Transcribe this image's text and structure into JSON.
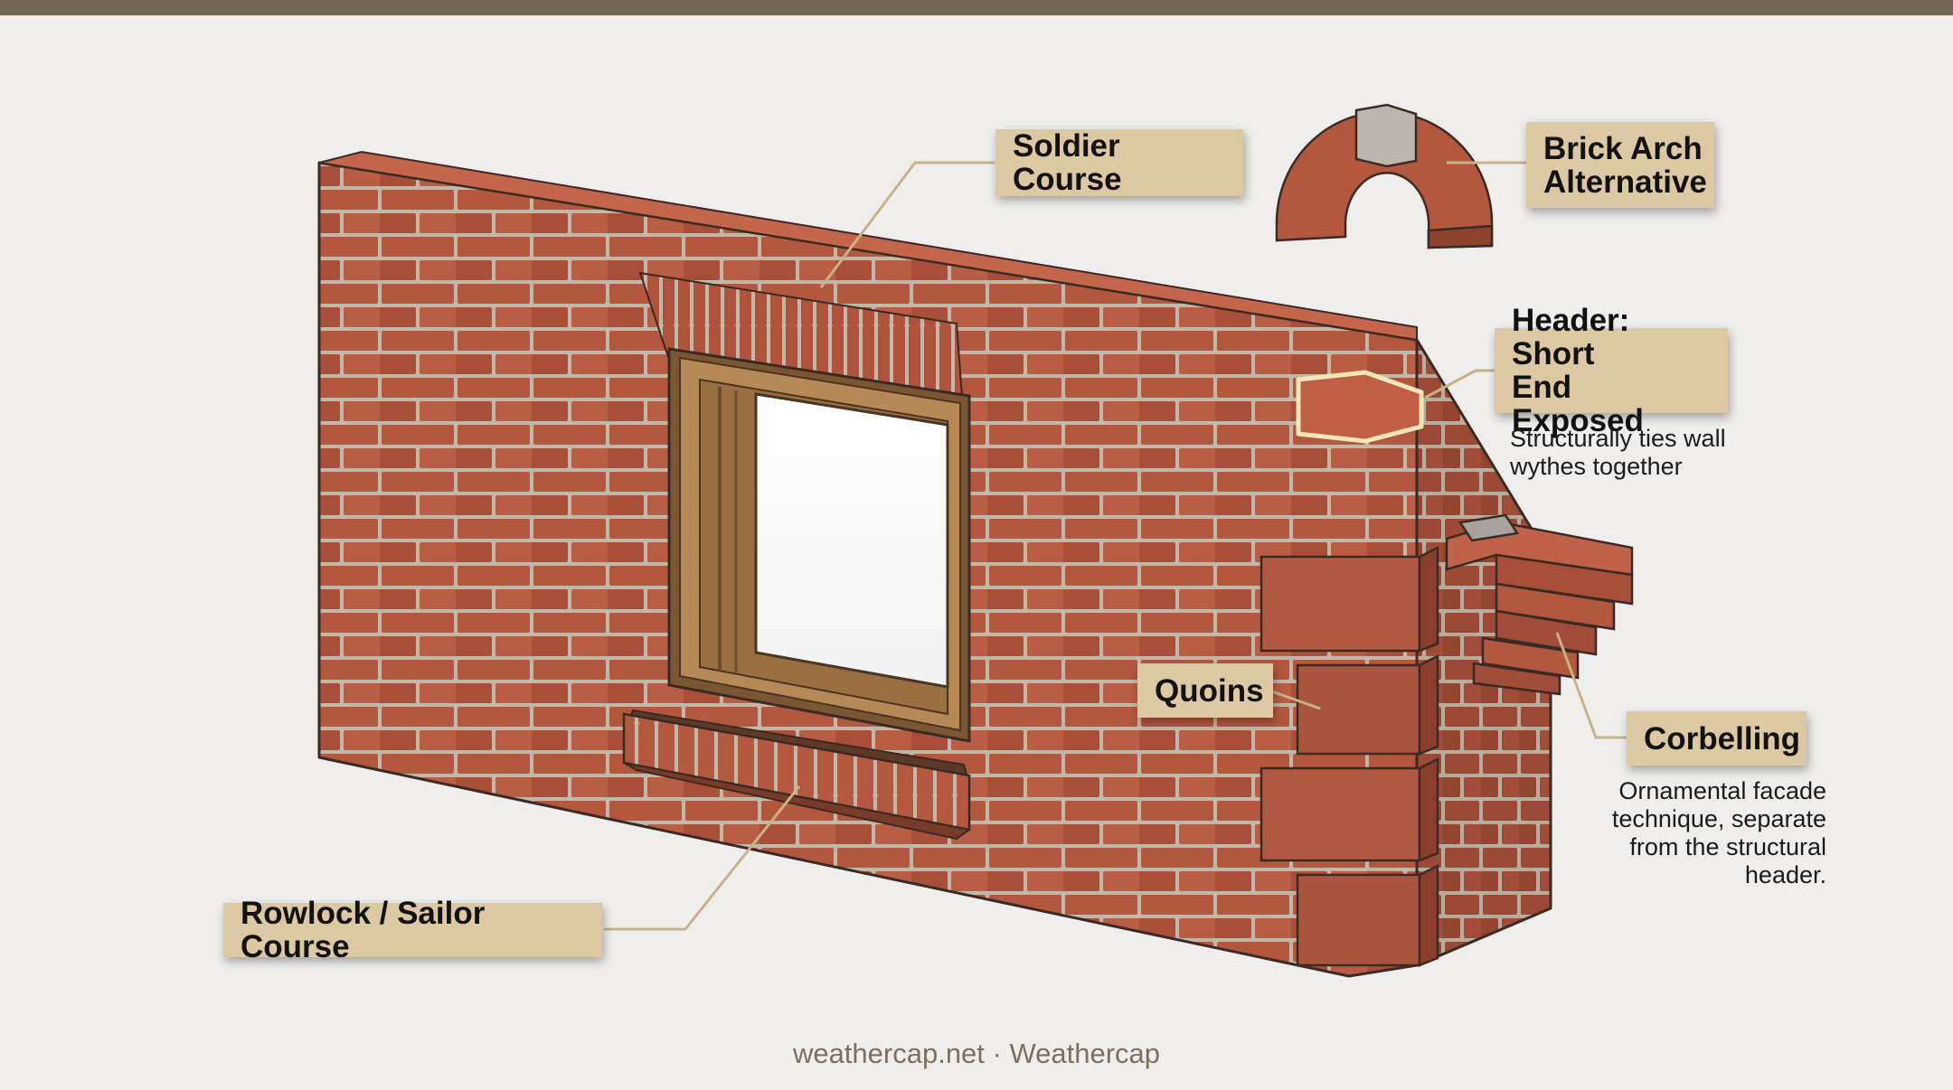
{
  "diagram": {
    "labels": {
      "soldier_course": "Soldier Course",
      "brick_arch": "Brick Arch\nAlternative",
      "header": "Header: Short\nEnd Exposed",
      "quoins": "Quoins",
      "corbelling": "Corbelling",
      "rowlock": "Rowlock / Sailor Course"
    },
    "notes": {
      "header": "Structurally ties wall\nwythes together",
      "corbelling": "Ornamental facade\ntechnique, separate\nfrom the structural\nheader."
    }
  },
  "footer": {
    "text": "weathercap.net · Weathercap"
  },
  "colors": {
    "background": "#efeeec",
    "top_bar": "#716650",
    "brick": "#b3573f",
    "mortar": "#c2b8a8",
    "label_fill": "#dcc9a3",
    "leader_line": "#c8b387",
    "header_highlight": "#f3e6b8",
    "window_frame": "#b58a57"
  }
}
